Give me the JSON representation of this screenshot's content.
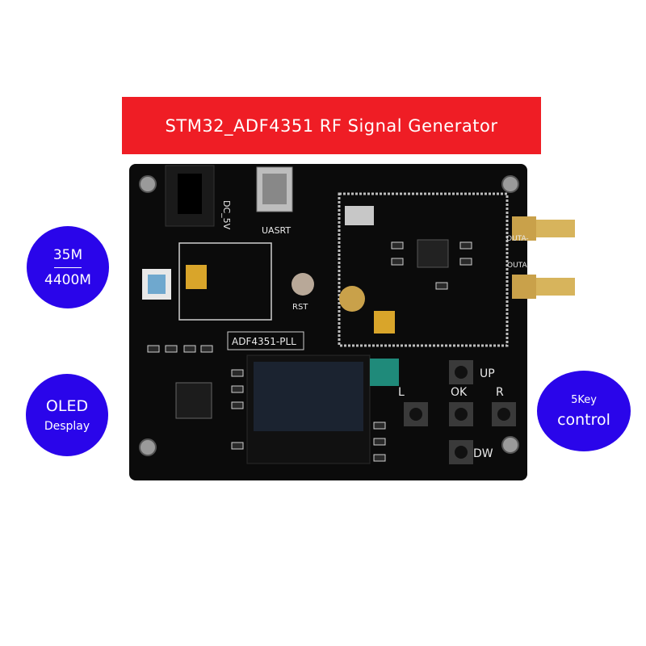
{
  "banner": {
    "title": "STM32_ADF4351 RF Signal Generator"
  },
  "badges": {
    "frequency": {
      "min": "35M",
      "max": "4400M"
    },
    "display": {
      "line1": "OLED",
      "line2": "Desplay"
    },
    "keys": {
      "line1": "5Key",
      "line2": "control"
    }
  },
  "board": {
    "labels": {
      "power": "DC_5V",
      "usb": "UASRT",
      "reset": "RST",
      "module": "ADF4351-PLL",
      "out_a": "OUTA",
      "out_a_neg": "OUTA-",
      "key_up": "UP",
      "key_left": "L",
      "key_ok": "OK",
      "key_right": "R",
      "key_down": "DW"
    }
  },
  "colors": {
    "banner": "#ef1d25",
    "badge": "#2a05ea",
    "pcb": "#0b0b0b",
    "silkscreen": "#e9e9e9"
  }
}
